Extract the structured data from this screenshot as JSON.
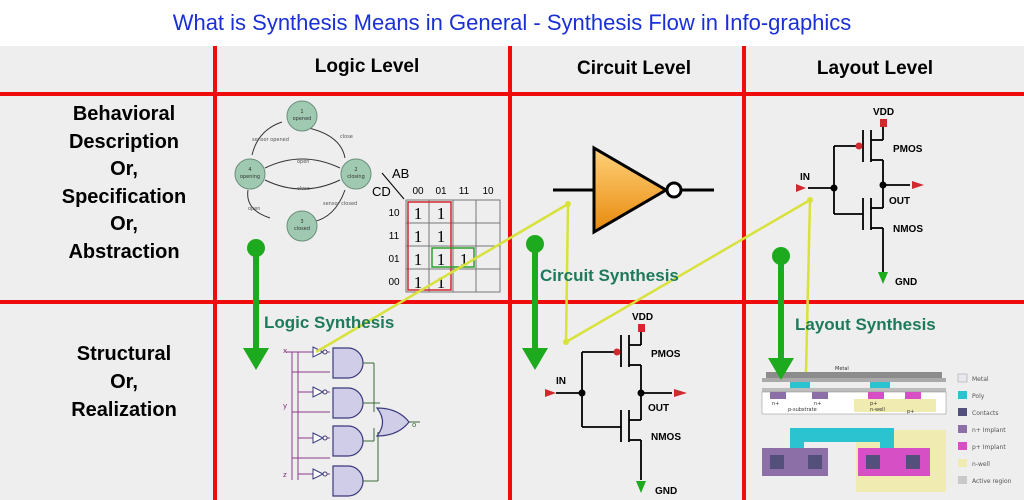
{
  "title": "What is Synthesis Means in General - Synthesis Flow in Info-graphics",
  "columns": [
    "Logic Level",
    "Circuit Level",
    "Layout Level"
  ],
  "rows": {
    "behavioral": [
      "Behavioral",
      "Description",
      "Or,",
      "Specification",
      "Or,",
      "Abstraction"
    ],
    "structural": [
      "Structural",
      "Or,",
      "Realization"
    ]
  },
  "synthesis": {
    "logic": "Logic Synthesis",
    "circuit": "Circuit Synthesis",
    "layout": "Layout Synthesis"
  },
  "fsm": {
    "states": [
      {
        "num": "1",
        "name": "opened"
      },
      {
        "num": "2",
        "name": "closing"
      },
      {
        "num": "3",
        "name": "closed"
      },
      {
        "num": "4",
        "name": "opening"
      }
    ],
    "transitions": [
      "close",
      "sensor opened",
      "open",
      "close",
      "sensor closed",
      "open"
    ]
  },
  "kmap": {
    "ab": "AB",
    "cd": "CD",
    "col_labels": [
      "00",
      "01",
      "11",
      "10"
    ],
    "row_labels": [
      "10",
      "11",
      "01",
      "00"
    ],
    "cells": [
      [
        "1",
        "1",
        "",
        ""
      ],
      [
        "1",
        "1",
        "",
        ""
      ],
      [
        "1",
        "1",
        "1",
        ""
      ],
      [
        "1",
        "1",
        "",
        ""
      ]
    ]
  },
  "gates_inputs": [
    "x",
    "y",
    "z"
  ],
  "gates_output": "o",
  "transistor": {
    "vdd": "VDD",
    "gnd": "GND",
    "pmos": "PMOS",
    "nmos": "NMOS",
    "in": "IN",
    "out": "OUT"
  },
  "layout_legend": [
    "Metal",
    "Poly",
    "Contacts",
    "n+ Implant",
    "p+ Implant",
    "n-well",
    "Active region"
  ],
  "layout_labels": [
    "Metal",
    "n+",
    "n+",
    "p+",
    "p+",
    "p-substrate",
    "n-well"
  ],
  "colors": {
    "title": "#1a2fd6",
    "red_grid": "#ef0c0c",
    "green_text": "#1f7a5c",
    "green_arrow": "#1eaa1e",
    "yellow_line": "#d8e23a",
    "fsm_state": "#9fc9b0",
    "inverter": "#f5a11c"
  }
}
